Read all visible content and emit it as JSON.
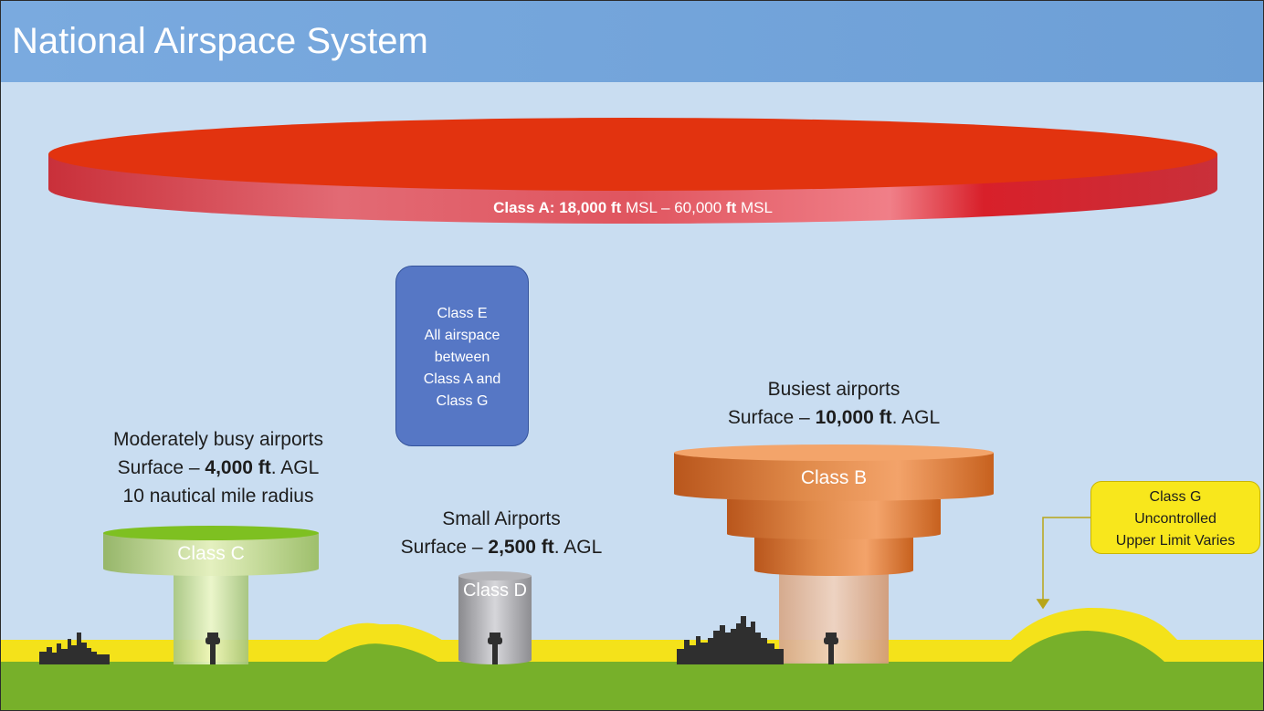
{
  "title": "National Airspace System",
  "classA": {
    "name": "Class A:",
    "range_bold1": "18,000 ft",
    "range_mid": " MSL – 60,000 ",
    "range_bold2": "ft",
    "range_end": " MSL"
  },
  "classE": {
    "lines": [
      "Class E",
      "All airspace",
      "between",
      "Class A and",
      "Class G"
    ]
  },
  "classB": {
    "label": "Class B",
    "caption_line1": "Busiest airports",
    "caption_pre": "Surface – ",
    "caption_bold": "10,000 ft",
    "caption_post": ". AGL"
  },
  "classC": {
    "label": "Class C",
    "caption_line1": "Moderately busy airports",
    "caption_pre": "Surface – ",
    "caption_bold": "4,000 ft",
    "caption_post": ". AGL",
    "caption_line3": "10 nautical mile radius"
  },
  "classD": {
    "label": "Class D",
    "caption_line1": "Small Airports",
    "caption_pre": "Surface – ",
    "caption_bold": "2,500 ft",
    "caption_post": ". AGL"
  },
  "classG": {
    "lines": [
      "Class G",
      "Uncontrolled",
      "Upper Limit Varies"
    ]
  },
  "colors": {
    "title_bar": "#6d9fd6",
    "sky": "#c9ddf1",
    "classA": "#e3330f",
    "classB": "#d9732c",
    "classC": "#b5d66a",
    "classD": "#a9a9ad",
    "classE": "#5677c5",
    "classG": "#f8e71c",
    "ground": "#77b02a",
    "surface_band": "#f4e21a"
  }
}
